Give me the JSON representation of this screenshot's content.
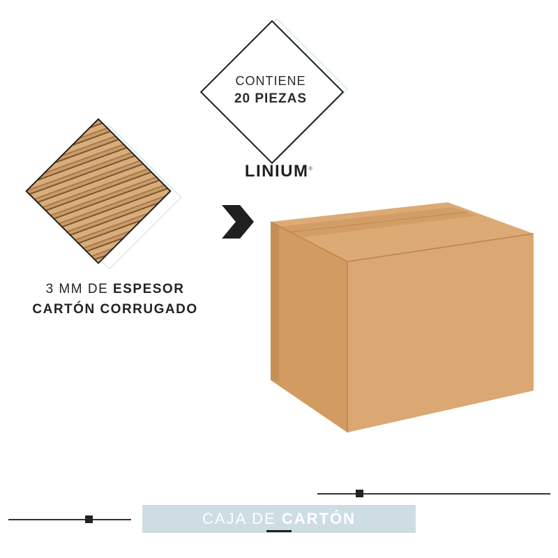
{
  "badge": {
    "line1": "CONTIENE",
    "line2": "20 PIEZAS"
  },
  "brand": {
    "name": "LINIUM",
    "mark": "®"
  },
  "feature": {
    "prefix": "3 MM DE",
    "bold": "ESPESOR",
    "line2": "CARTÓN CORRUGADO"
  },
  "footer": {
    "word1": "CAJA DE",
    "word2": "CARTÓN"
  },
  "colors": {
    "cardboard": "#d8a46c",
    "accent_light": "#cddde3",
    "dark": "#1f1f1f"
  },
  "icons": {
    "arrow": "chevron-right-icon"
  }
}
